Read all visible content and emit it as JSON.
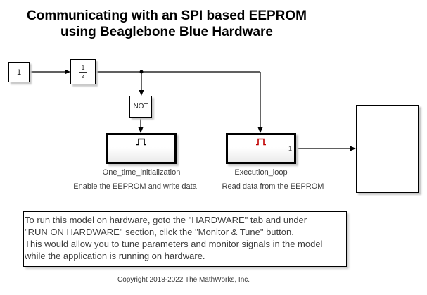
{
  "title": {
    "line1": "Communicating with an SPI based EEPROM",
    "line2": "using Beaglebone Blue Hardware"
  },
  "blocks": {
    "constant": {
      "value": "1"
    },
    "unit_delay": {
      "numerator": "1",
      "denominator": "z"
    },
    "not_gate": {
      "label": "NOT"
    },
    "one_time_initialization": {
      "name": "One_time_initialization",
      "icon": "pulse-icon"
    },
    "execution_loop": {
      "name": "Execution_loop",
      "icon": "pulse-icon",
      "out_port": "1"
    },
    "display": {
      "name": ""
    }
  },
  "annotations": {
    "enable": "Enable the EEPROM and write data",
    "read": "Read data from the EEPROM",
    "instructions": [
      "To run this model on hardware, goto the \"HARDWARE\" tab and under",
      "\"RUN ON HARDWARE\" section, click the \"Monitor & Tune\" button.",
      "This would allow you to tune parameters and monitor signals in the model",
      "while the application is running on hardware."
    ],
    "copyright": "Copyright 2018-2022 The MathWorks, Inc."
  },
  "colors": {
    "pulse_black": "#000000",
    "pulse_red": "#c00000",
    "wire": "#000000"
  }
}
